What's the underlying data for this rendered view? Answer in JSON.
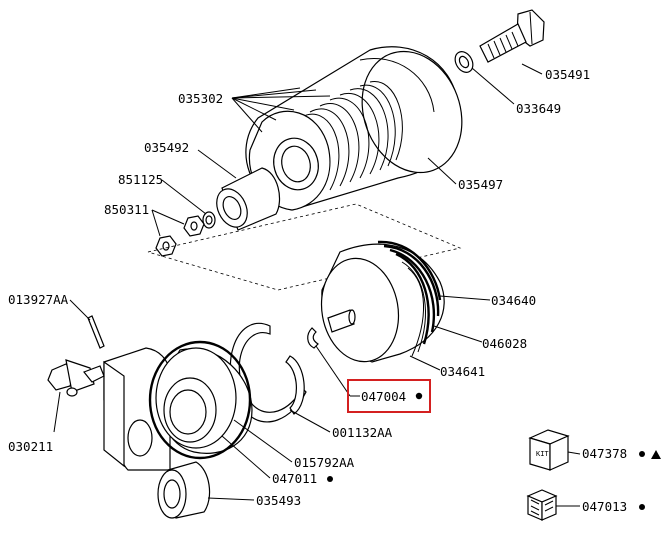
{
  "labels": {
    "p035302": "035302",
    "p035492": "035492",
    "p851125": "851125",
    "p850311": "850311",
    "p035491": "035491",
    "p033649": "033649",
    "p035497": "035497",
    "p034640": "034640",
    "p046028": "046028",
    "p034641": "034641",
    "p047004": "047004",
    "p001132AA": "001132AA",
    "p015792AA": "015792AA",
    "p047011": "047011",
    "p035493": "035493",
    "p013927AA": "013927AA",
    "p030211": "030211",
    "p047378": "047378",
    "p047013": "047013",
    "kit_box": "KIT"
  },
  "colors": {
    "highlight": "#d42020",
    "line": "#000000",
    "background": "#ffffff"
  },
  "icons": {
    "dot": "filled-circle-icon",
    "triangle": "filled-triangle-icon"
  }
}
